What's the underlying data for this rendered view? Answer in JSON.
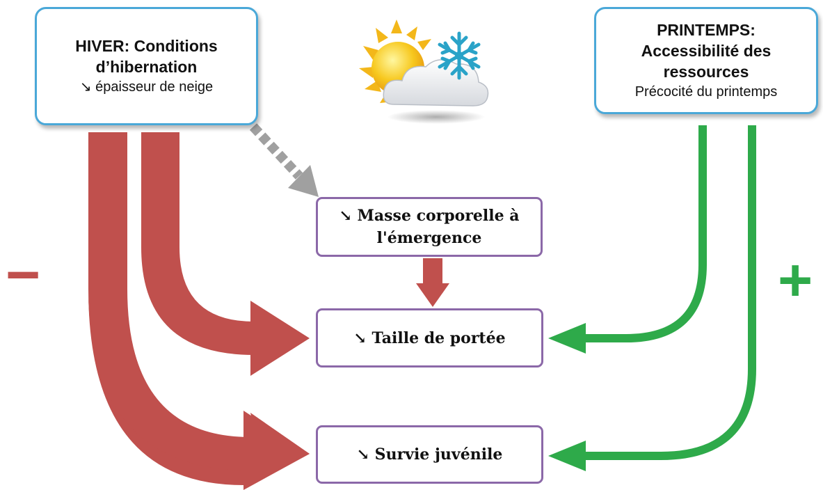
{
  "colors": {
    "negative_arrow": "#c0504d",
    "positive_arrow": "#2eaa4a",
    "dashed_arrow": "#a0a0a0",
    "factor_box_border": "#4aa8d8",
    "effect_box_border": "#8b68a8"
  },
  "icon": "weather-sun-cloud-snowflake-icon",
  "factors": {
    "hiver": {
      "line1": "HIVER: Conditions",
      "line2": "d’hibernation",
      "line3": "↘ épaisseur de neige"
    },
    "printemps": {
      "line1": "PRINTEMPS:",
      "line2": "Accessibilité des",
      "line3": "ressources",
      "line4": "Précocité du printemps"
    }
  },
  "effects": {
    "masse_line1": "↘ Masse corporelle à",
    "masse_line2": "l'émergence",
    "taille": "↘ Taille de portée",
    "survie": "↘ Survie juvénile"
  },
  "signs": {
    "negative": "−",
    "positive": "+"
  }
}
